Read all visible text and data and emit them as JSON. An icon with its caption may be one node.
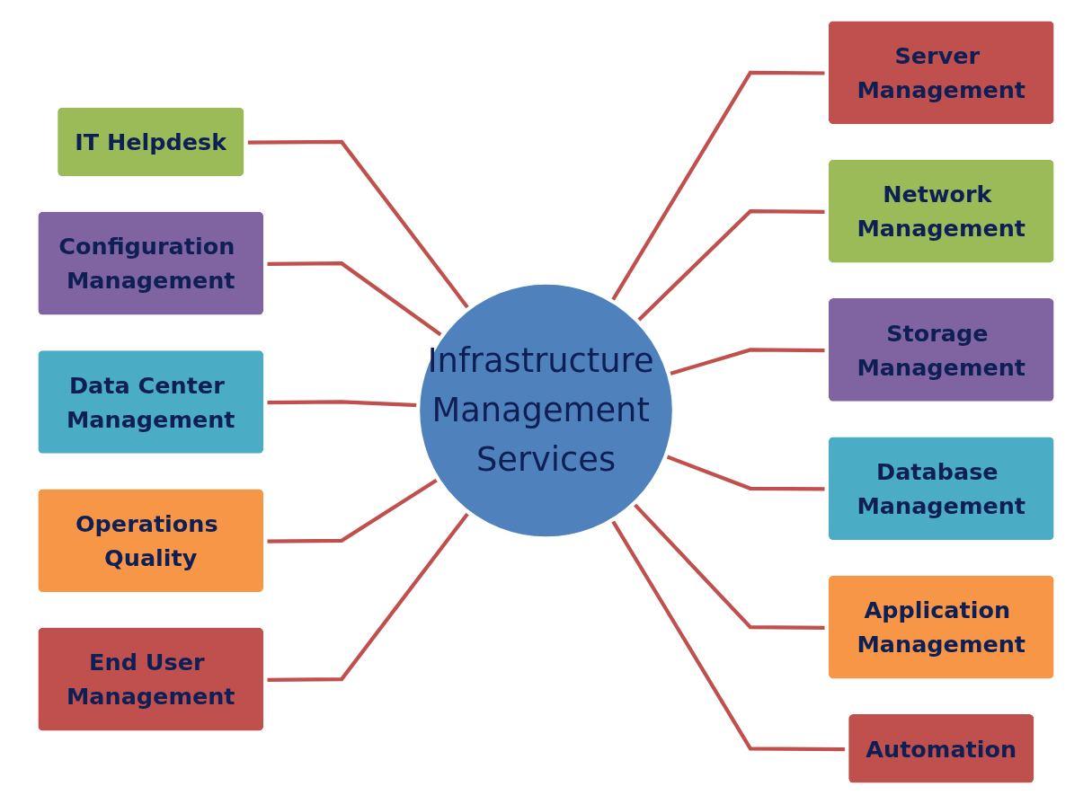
{
  "diagram": {
    "nodes": [
      {
        "text": [
          "Infrastructure Management Services"
        ]
      },
      {
        "text": [
          "Server Management"
        ]
      },
      {
        "text": [
          "Network Management"
        ]
      },
      {
        "text": [
          "Storage Management"
        ]
      },
      {
        "text": [
          "Database Management"
        ]
      },
      {
        "text": [
          "Application Management"
        ]
      },
      {
        "text": [
          "Automation"
        ]
      },
      {
        "text": [
          "IT Helpdesk"
        ]
      },
      {
        "text": [
          "Configuration Management"
        ]
      },
      {
        "text": [
          "Data Center Management"
        ]
      },
      {
        "text": [
          "Operations Quality"
        ]
      },
      {
        "text": [
          "End User Management"
        ]
      }
    ],
    "edges": [
      {
        "from": 0,
        "to": 1,
        "arrow": "none"
      },
      {
        "from": 0,
        "to": 2,
        "arrow": "none"
      },
      {
        "from": 0,
        "to": 3,
        "arrow": "none"
      },
      {
        "from": 0,
        "to": 4,
        "arrow": "none"
      },
      {
        "from": 0,
        "to": 5,
        "arrow": "none"
      },
      {
        "from": 0,
        "to": 6,
        "arrow": "none"
      },
      {
        "from": 0,
        "to": 7,
        "arrow": "none"
      },
      {
        "from": 0,
        "to": 8,
        "arrow": "none"
      },
      {
        "from": 0,
        "to": 9,
        "arrow": "none"
      },
      {
        "from": 0,
        "to": 10,
        "arrow": "none"
      },
      {
        "from": 0,
        "to": 11,
        "arrow": "none"
      }
    ]
  }
}
